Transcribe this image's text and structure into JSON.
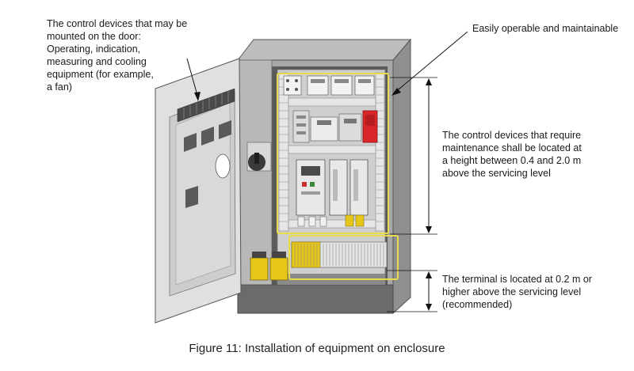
{
  "annotations": {
    "door_devices": {
      "lines": [
        "The control devices that may be",
        "mounted on the door:",
        "Operating, indication,",
        "measuring and cooling",
        "equipment (for example,",
        "a fan)"
      ]
    },
    "operable": "Easily operable and maintainable",
    "height_requirement": {
      "lines": [
        "The control devices that require",
        "maintenance shall be located at",
        "a height between 0.4 and 2.0 m",
        "above the servicing level"
      ]
    },
    "terminal": {
      "lines": [
        "The terminal is located at 0.2 m or",
        "higher above the servicing level",
        "(recommended)"
      ]
    }
  },
  "caption": "Figure 11: Installation of equipment on enclosure",
  "colors": {
    "highlight": "#e8dc4a",
    "device_yellow": "#e6c619",
    "device_red": "#d8262a",
    "cabinet_gray": "#9a9a9a",
    "panel_light": "#e2e2e2"
  }
}
